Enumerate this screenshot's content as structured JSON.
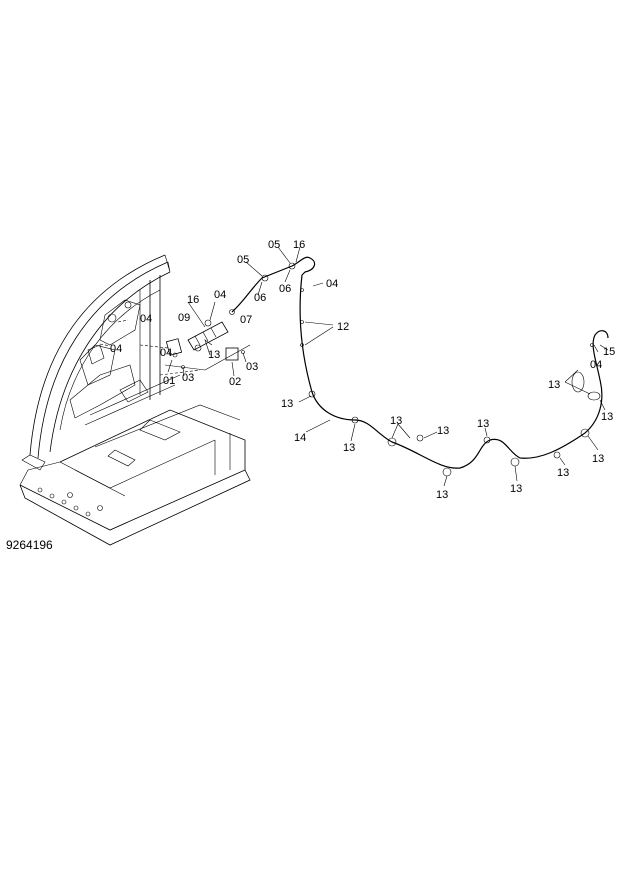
{
  "drawing_number": "9264196",
  "callouts": {
    "c04_a": "04",
    "c04_b": "04",
    "c04_c": "04",
    "c04_d": "04",
    "c04_e": "04",
    "c04_f": "04",
    "c16_a": "16",
    "c16_b": "16",
    "c09": "09",
    "c13_a": "13",
    "c01": "01",
    "c03_a": "03",
    "c03_b": "03",
    "c02": "02",
    "c07": "07",
    "c05_a": "05",
    "c05_b": "05",
    "c06_a": "06",
    "c06_b": "06",
    "c12": "12",
    "c13_b": "13",
    "c14": "14",
    "c13_c": "13",
    "c13_d": "13",
    "c13_e": "13",
    "c13_f": "13",
    "c13_g": "13",
    "c13_h": "13",
    "c13_i": "13",
    "c13_j": "13",
    "c13_k": "13",
    "c13_l": "13",
    "c15": "15"
  }
}
